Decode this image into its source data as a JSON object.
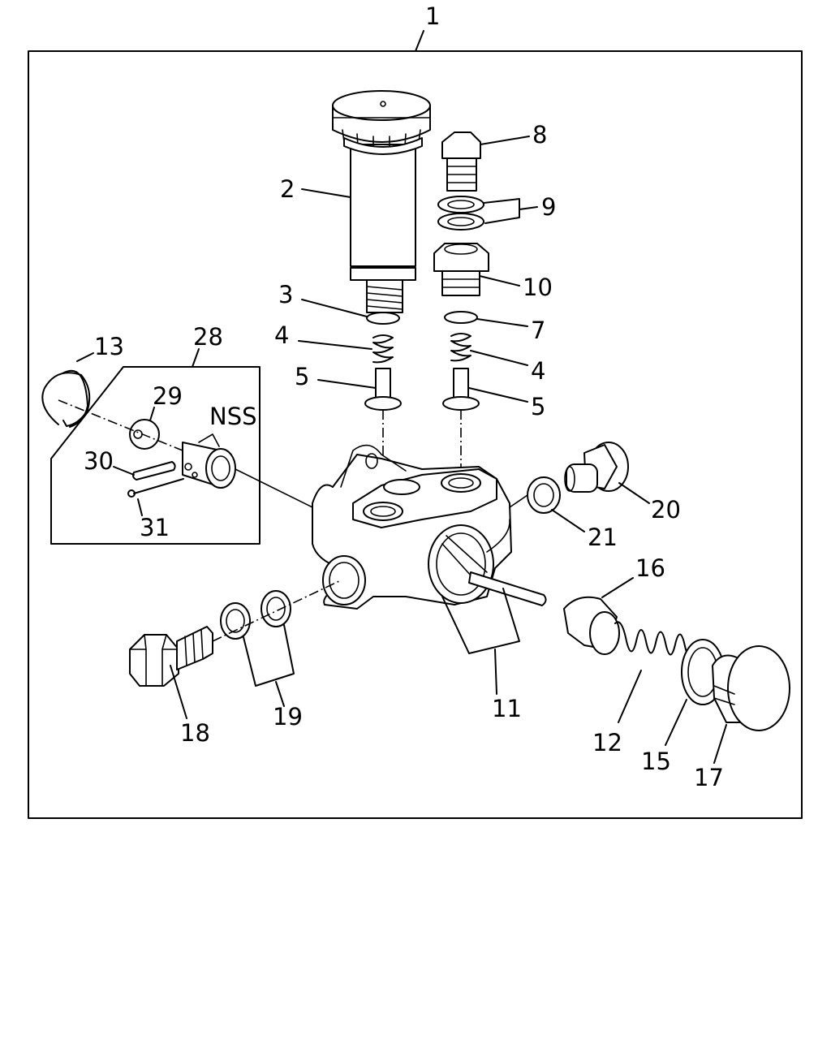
{
  "diagram": {
    "assembly_label": "1",
    "group_label": "28",
    "nss_label": "NSS",
    "callouts": [
      "2",
      "3",
      "4",
      "5",
      "8",
      "9",
      "10",
      "7",
      "4",
      "5",
      "13",
      "29",
      "30",
      "31",
      "20",
      "21",
      "16",
      "11",
      "12",
      "15",
      "17",
      "18",
      "19"
    ]
  }
}
